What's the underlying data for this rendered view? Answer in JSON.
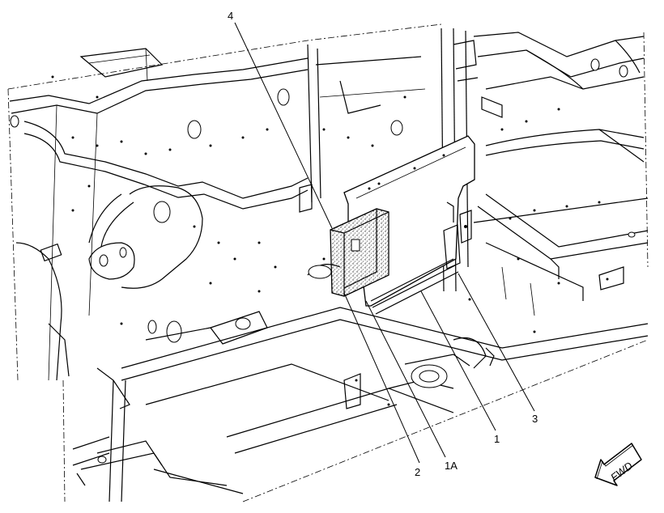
{
  "callouts": {
    "c1": "1",
    "c1a": "1A",
    "c2": "2",
    "c3": "3",
    "c4": "4"
  },
  "fwd_label": "FWD",
  "colors": {
    "line": "#000000",
    "background": "#ffffff",
    "insulation_fill": "#b8b8b8"
  }
}
